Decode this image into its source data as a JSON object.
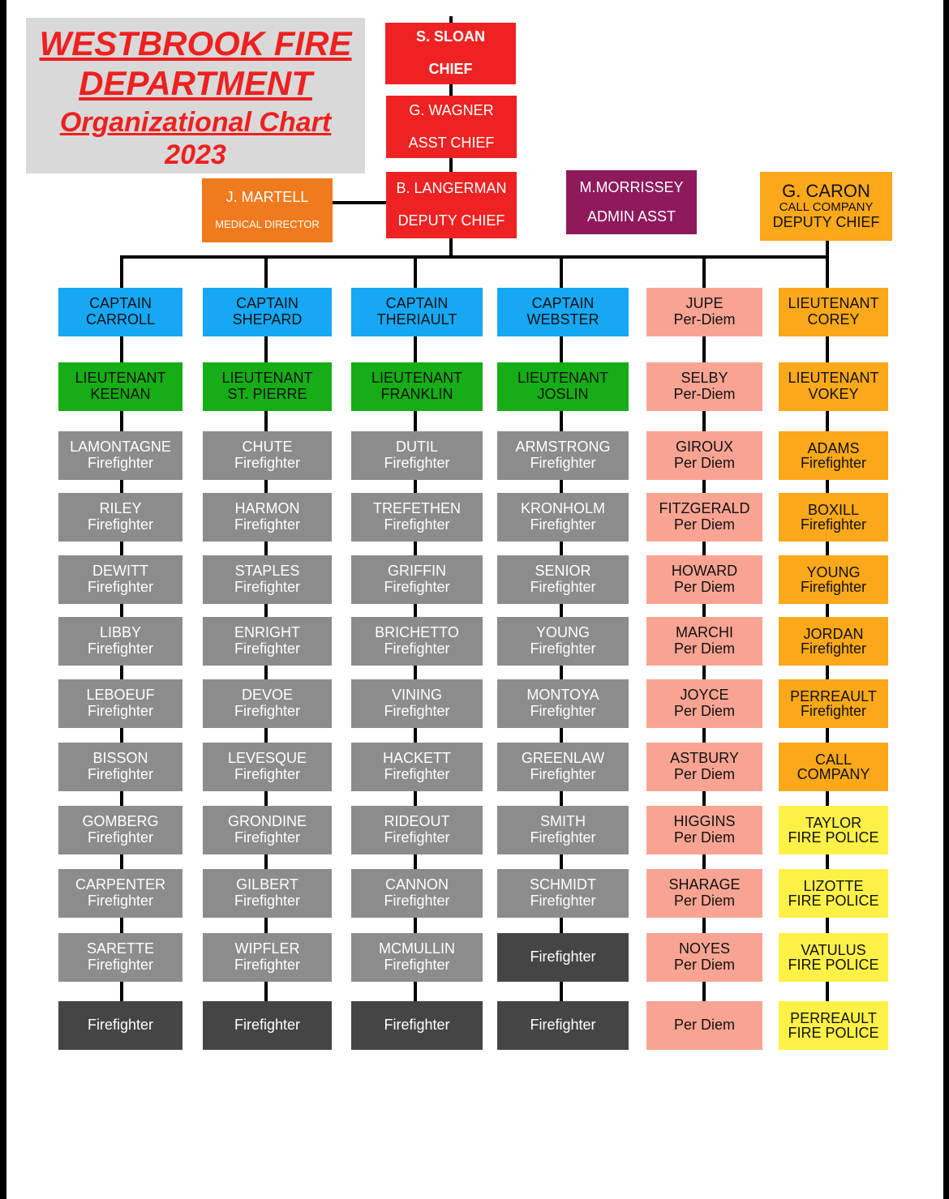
{
  "title": {
    "line1": "WESTBROOK FIRE",
    "line2": "DEPARTMENT",
    "line3": "Organizational Chart",
    "line4": "2023"
  },
  "colors": {
    "chief": "#ee2222",
    "medical": "#f07a1e",
    "admin": "#8e1a5c",
    "call_company": "#fba81a",
    "captain": "#16a8f5",
    "lieutenant": "#16ad16",
    "firefighter": "#8c8c8c",
    "vacant_firefighter": "#454545",
    "per_diem": "#f9a493",
    "fire_police": "#fdf147"
  },
  "top": {
    "chief": {
      "name": "S. SLOAN",
      "role": "CHIEF"
    },
    "asst_chief": {
      "name": "G. WAGNER",
      "role": "ASST CHIEF"
    },
    "deputy_chief": {
      "name": "B. LANGERMAN",
      "role": "DEPUTY CHIEF"
    },
    "medical_director": {
      "name": "J. MARTELL",
      "role": "MEDICAL DIRECTOR"
    },
    "admin_asst": {
      "name": "M.MORRISSEY",
      "role": "ADMIN ASST"
    },
    "call_deputy": {
      "name": "G. CARON",
      "role1": "CALL COMPANY",
      "role2": "DEPUTY CHIEF"
    }
  },
  "columns": [
    [
      {
        "l1": "CAPTAIN",
        "l2": "CARROLL"
      },
      {
        "l1": "LIEUTENANT",
        "l2": "KEENAN"
      },
      {
        "l1": "LAMONTAGNE",
        "l2": "Firefighter"
      },
      {
        "l1": "RILEY",
        "l2": "Firefighter"
      },
      {
        "l1": "DEWITT",
        "l2": "Firefighter"
      },
      {
        "l1": "LIBBY",
        "l2": "Firefighter"
      },
      {
        "l1": "LEBOEUF",
        "l2": "Firefighter"
      },
      {
        "l1": "BISSON",
        "l2": "Firefighter"
      },
      {
        "l1": "GOMBERG",
        "l2": "Firefighter"
      },
      {
        "l1": "CARPENTER",
        "l2": "Firefighter"
      },
      {
        "l1": "SARETTE",
        "l2": "Firefighter"
      },
      {
        "l1": "Firefighter"
      }
    ],
    [
      {
        "l1": "CAPTAIN",
        "l2": "SHEPARD"
      },
      {
        "l1": "LIEUTENANT",
        "l2": "ST. PIERRE"
      },
      {
        "l1": "CHUTE",
        "l2": "Firefighter"
      },
      {
        "l1": "HARMON",
        "l2": "Firefighter"
      },
      {
        "l1": "STAPLES",
        "l2": "Firefighter"
      },
      {
        "l1": "ENRIGHT",
        "l2": "Firefighter"
      },
      {
        "l1": "DEVOE",
        "l2": "Firefighter"
      },
      {
        "l1": "LEVESQUE",
        "l2": "Firefighter"
      },
      {
        "l1": "GRONDINE",
        "l2": "Firefighter"
      },
      {
        "l1": "GILBERT",
        "l2": "Firefighter"
      },
      {
        "l1": "WIPFLER",
        "l2": "Firefighter"
      },
      {
        "l1": "Firefighter"
      }
    ],
    [
      {
        "l1": "CAPTAIN",
        "l2": "THERIAULT"
      },
      {
        "l1": "LIEUTENANT",
        "l2": "FRANKLIN"
      },
      {
        "l1": "DUTIL",
        "l2": "Firefighter"
      },
      {
        "l1": "TREFETHEN",
        "l2": "Firefighter"
      },
      {
        "l1": "GRIFFIN",
        "l2": "Firefighter"
      },
      {
        "l1": "BRICHETTO",
        "l2": "Firefighter"
      },
      {
        "l1": "VINING",
        "l2": "Firefighter"
      },
      {
        "l1": "HACKETT",
        "l2": "Firefighter"
      },
      {
        "l1": "RIDEOUT",
        "l2": "Firefighter"
      },
      {
        "l1": "CANNON",
        "l2": "Firefighter"
      },
      {
        "l1": "MCMULLIN",
        "l2": "Firefighter"
      },
      {
        "l1": "Firefighter"
      }
    ],
    [
      {
        "l1": "CAPTAIN",
        "l2": "WEBSTER"
      },
      {
        "l1": "LIEUTENANT",
        "l2": "JOSLIN"
      },
      {
        "l1": "ARMSTRONG",
        "l2": "Firefighter"
      },
      {
        "l1": "KRONHOLM",
        "l2": "Firefighter"
      },
      {
        "l1": "SENIOR",
        "l2": "Firefighter"
      },
      {
        "l1": "YOUNG",
        "l2": "Firefighter"
      },
      {
        "l1": "MONTOYA",
        "l2": "Firefighter"
      },
      {
        "l1": "GREENLAW",
        "l2": "Firefighter"
      },
      {
        "l1": "SMITH",
        "l2": "Firefighter"
      },
      {
        "l1": "SCHMIDT",
        "l2": "Firefighter"
      },
      {
        "l1": "Firefighter"
      },
      {
        "l1": "Firefighter"
      }
    ],
    [
      {
        "l1": "JUPE",
        "l2": "Per-Diem"
      },
      {
        "l1": "SELBY",
        "l2": "Per-Diem"
      },
      {
        "l1": "GIROUX",
        "l2": "Per Diem"
      },
      {
        "l1": "FITZGERALD",
        "l2": "Per Diem"
      },
      {
        "l1": "HOWARD",
        "l2": "Per Diem"
      },
      {
        "l1": "MARCHI",
        "l2": "Per Diem"
      },
      {
        "l1": "JOYCE",
        "l2": "Per Diem"
      },
      {
        "l1": "ASTBURY",
        "l2": "Per Diem"
      },
      {
        "l1": "HIGGINS",
        "l2": "Per Diem"
      },
      {
        "l1": "SHARAGE",
        "l2": "Per Diem"
      },
      {
        "l1": "NOYES",
        "l2": "Per Diem"
      },
      {
        "l1": "Per Diem"
      }
    ],
    [
      {
        "l1": "LIEUTENANT",
        "l2": "COREY"
      },
      {
        "l1": "LIEUTENANT",
        "l2": "VOKEY"
      },
      {
        "l1": "ADAMS",
        "l2": "Firefighter"
      },
      {
        "l1": "BOXILL",
        "l2": "Firefighter"
      },
      {
        "l1": "YOUNG",
        "l2": "Firefighter"
      },
      {
        "l1": "JORDAN",
        "l2": "Firefighter"
      },
      {
        "l1": "PERREAULT",
        "l2": "Firefighter"
      },
      {
        "l1": "CALL",
        "l2": "COMPANY"
      },
      {
        "l1": "TAYLOR",
        "l2": "FIRE POLICE"
      },
      {
        "l1": "LIZOTTE",
        "l2": "FIRE POLICE"
      },
      {
        "l1": "VATULUS",
        "l2": "FIRE POLICE"
      },
      {
        "l1": "PERREAULT",
        "l2": "FIRE POLICE"
      }
    ]
  ]
}
